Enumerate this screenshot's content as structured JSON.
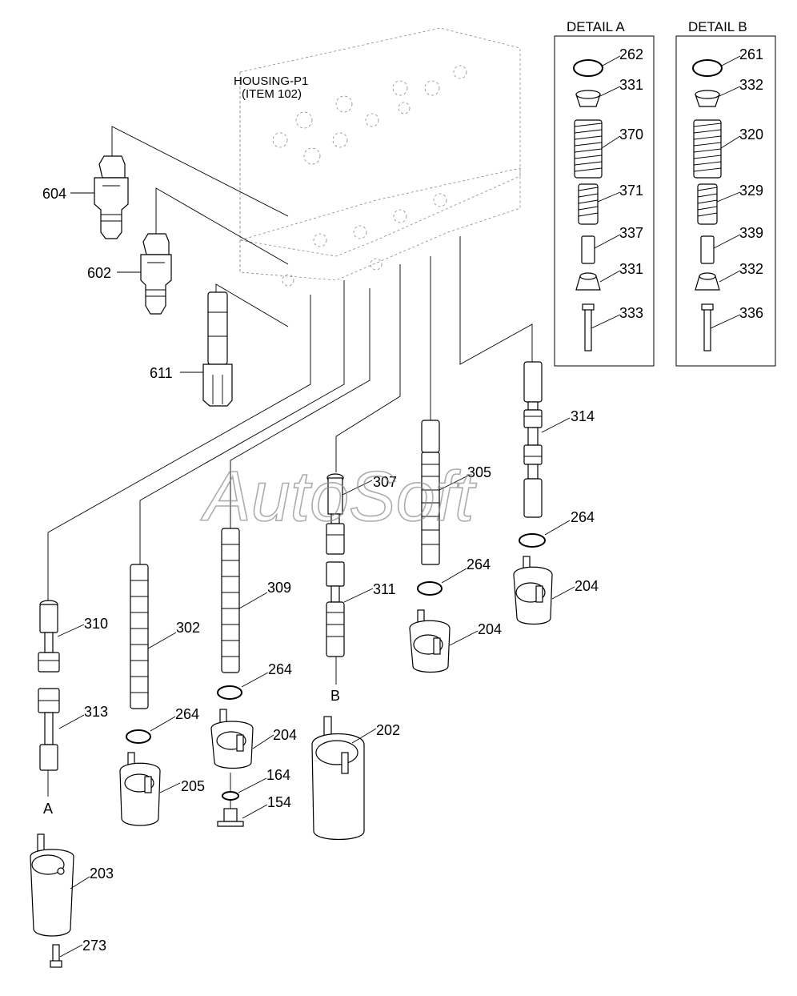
{
  "housing": {
    "line1": "HOUSING-P1",
    "line2": "(ITEM 102)"
  },
  "watermark": "AutoSoft",
  "detail_a": {
    "title": "DETAIL A",
    "items": [
      "262",
      "331",
      "370",
      "371",
      "337",
      "331",
      "333"
    ]
  },
  "detail_b": {
    "title": "DETAIL B",
    "items": [
      "261",
      "332",
      "320",
      "329",
      "339",
      "332",
      "336"
    ]
  },
  "labels": {
    "l604": "604",
    "l602": "602",
    "l611": "611",
    "l314": "314",
    "l305": "305",
    "l307": "307",
    "l264a": "264",
    "l264b": "264",
    "l264c": "264",
    "l264d": "264",
    "l204a": "204",
    "l204b": "204",
    "l204c": "204",
    "l311": "311",
    "l309": "309",
    "l302": "302",
    "l310": "310",
    "l313": "313",
    "l202": "202",
    "l205": "205",
    "l164": "164",
    "l154": "154",
    "l203": "203",
    "l273": "273"
  },
  "markers": {
    "a": "A",
    "b": "B"
  }
}
